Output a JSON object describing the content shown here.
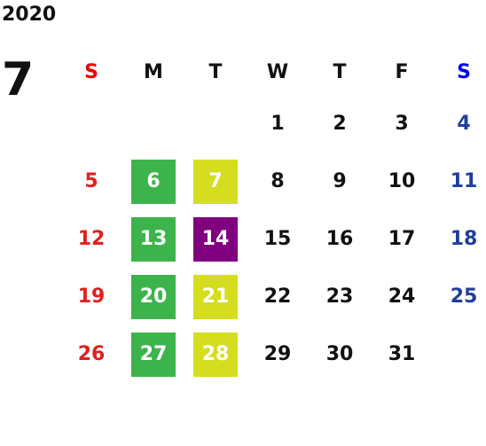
{
  "calendar": {
    "year": "2020",
    "month": "7",
    "weekdays": [
      "S",
      "M",
      "T",
      "W",
      "T",
      "F",
      "S"
    ],
    "weeks": [
      [
        "",
        "",
        "",
        "1",
        "2",
        "3",
        "4"
      ],
      [
        "5",
        "6",
        "7",
        "8",
        "9",
        "10",
        "11"
      ],
      [
        "12",
        "13",
        "14",
        "15",
        "16",
        "17",
        "18"
      ],
      [
        "19",
        "20",
        "21",
        "22",
        "23",
        "24",
        "25"
      ],
      [
        "26",
        "27",
        "28",
        "29",
        "30",
        "31",
        ""
      ]
    ],
    "highlights": {
      "6": "green",
      "7": "yellow",
      "13": "green",
      "14": "purple",
      "20": "green",
      "21": "yellow",
      "27": "green",
      "28": "yellow"
    }
  },
  "colors": {
    "green": "#3cb44b",
    "yellow": "#d4de1f",
    "purple": "#800080",
    "sunday": "#e02020",
    "saturday": "#1f3f99",
    "sunday_header": "#ee0000",
    "saturday_header": "#0000ee"
  }
}
